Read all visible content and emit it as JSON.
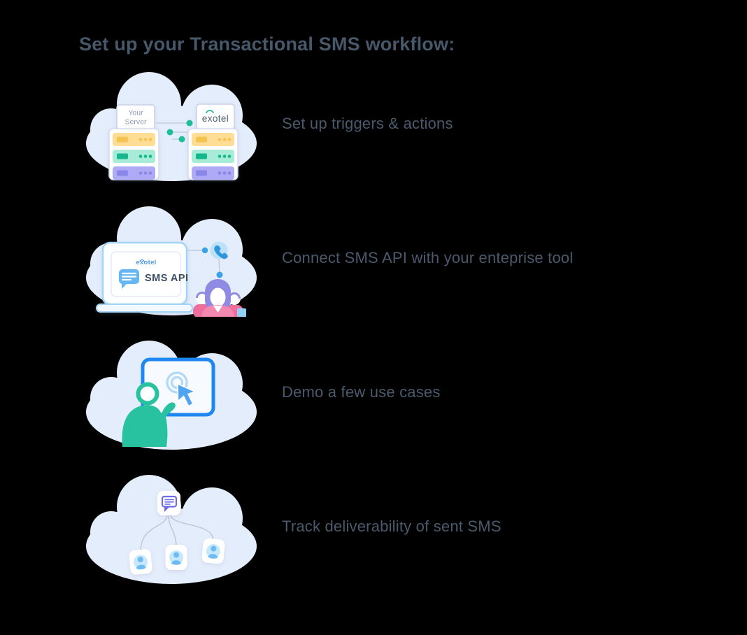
{
  "page": {
    "title": "Set up your Transactional SMS workflow:"
  },
  "steps": [
    {
      "label": "Set up triggers & actions",
      "illustration": "server-sync-icon"
    },
    {
      "label": "Connect SMS API with your enteprise tool",
      "illustration": "sms-api-laptop-icon"
    },
    {
      "label": "Demo a few use cases",
      "illustration": "demo-screen-icon"
    },
    {
      "label": "Track deliverability of sent SMS",
      "illustration": "sms-distribution-icon"
    }
  ],
  "illustrations": {
    "server_sync": {
      "your_server_line1": "Your",
      "your_server_line2": "Server",
      "brand": "exotel"
    },
    "sms_api_laptop": {
      "brand": "exotel",
      "screen_label": "SMS API"
    }
  },
  "colors": {
    "background": "#000000",
    "cloud": "#E4EDFB",
    "heading_text": "#47586B",
    "label_text": "#4A5A6C",
    "teal_dot": "#1EBD9B",
    "amber_row": "#FFDD94",
    "amber_accent": "#F3C452",
    "teal_row": "#A7ECD6",
    "teal_row_accent": "#16B78C",
    "purple_row": "#AEAAF6",
    "purple_row_accent": "#8B87E9",
    "laptop_border": "#A3D4F4",
    "chat_bubble_blue": "#66B6F3",
    "brand_blue": "#4E9BE8",
    "phone_blue": "#2D96DC",
    "phone_circle": "#BDE1F8",
    "screen_border_blue": "#1F87F2",
    "cursor_blue": "#4FA5F1",
    "click_ring_blue": "#B0D8F7",
    "person_teal": "#29C2A0",
    "chat_purple": "#6C6CE5",
    "avatar_blue": "#6CBCF3",
    "avatar_circle": "#C7E8FC",
    "hair_purple": "#8F8BE2",
    "body_pink": "#F389AE",
    "connector_gray": "#C5CFE0"
  }
}
